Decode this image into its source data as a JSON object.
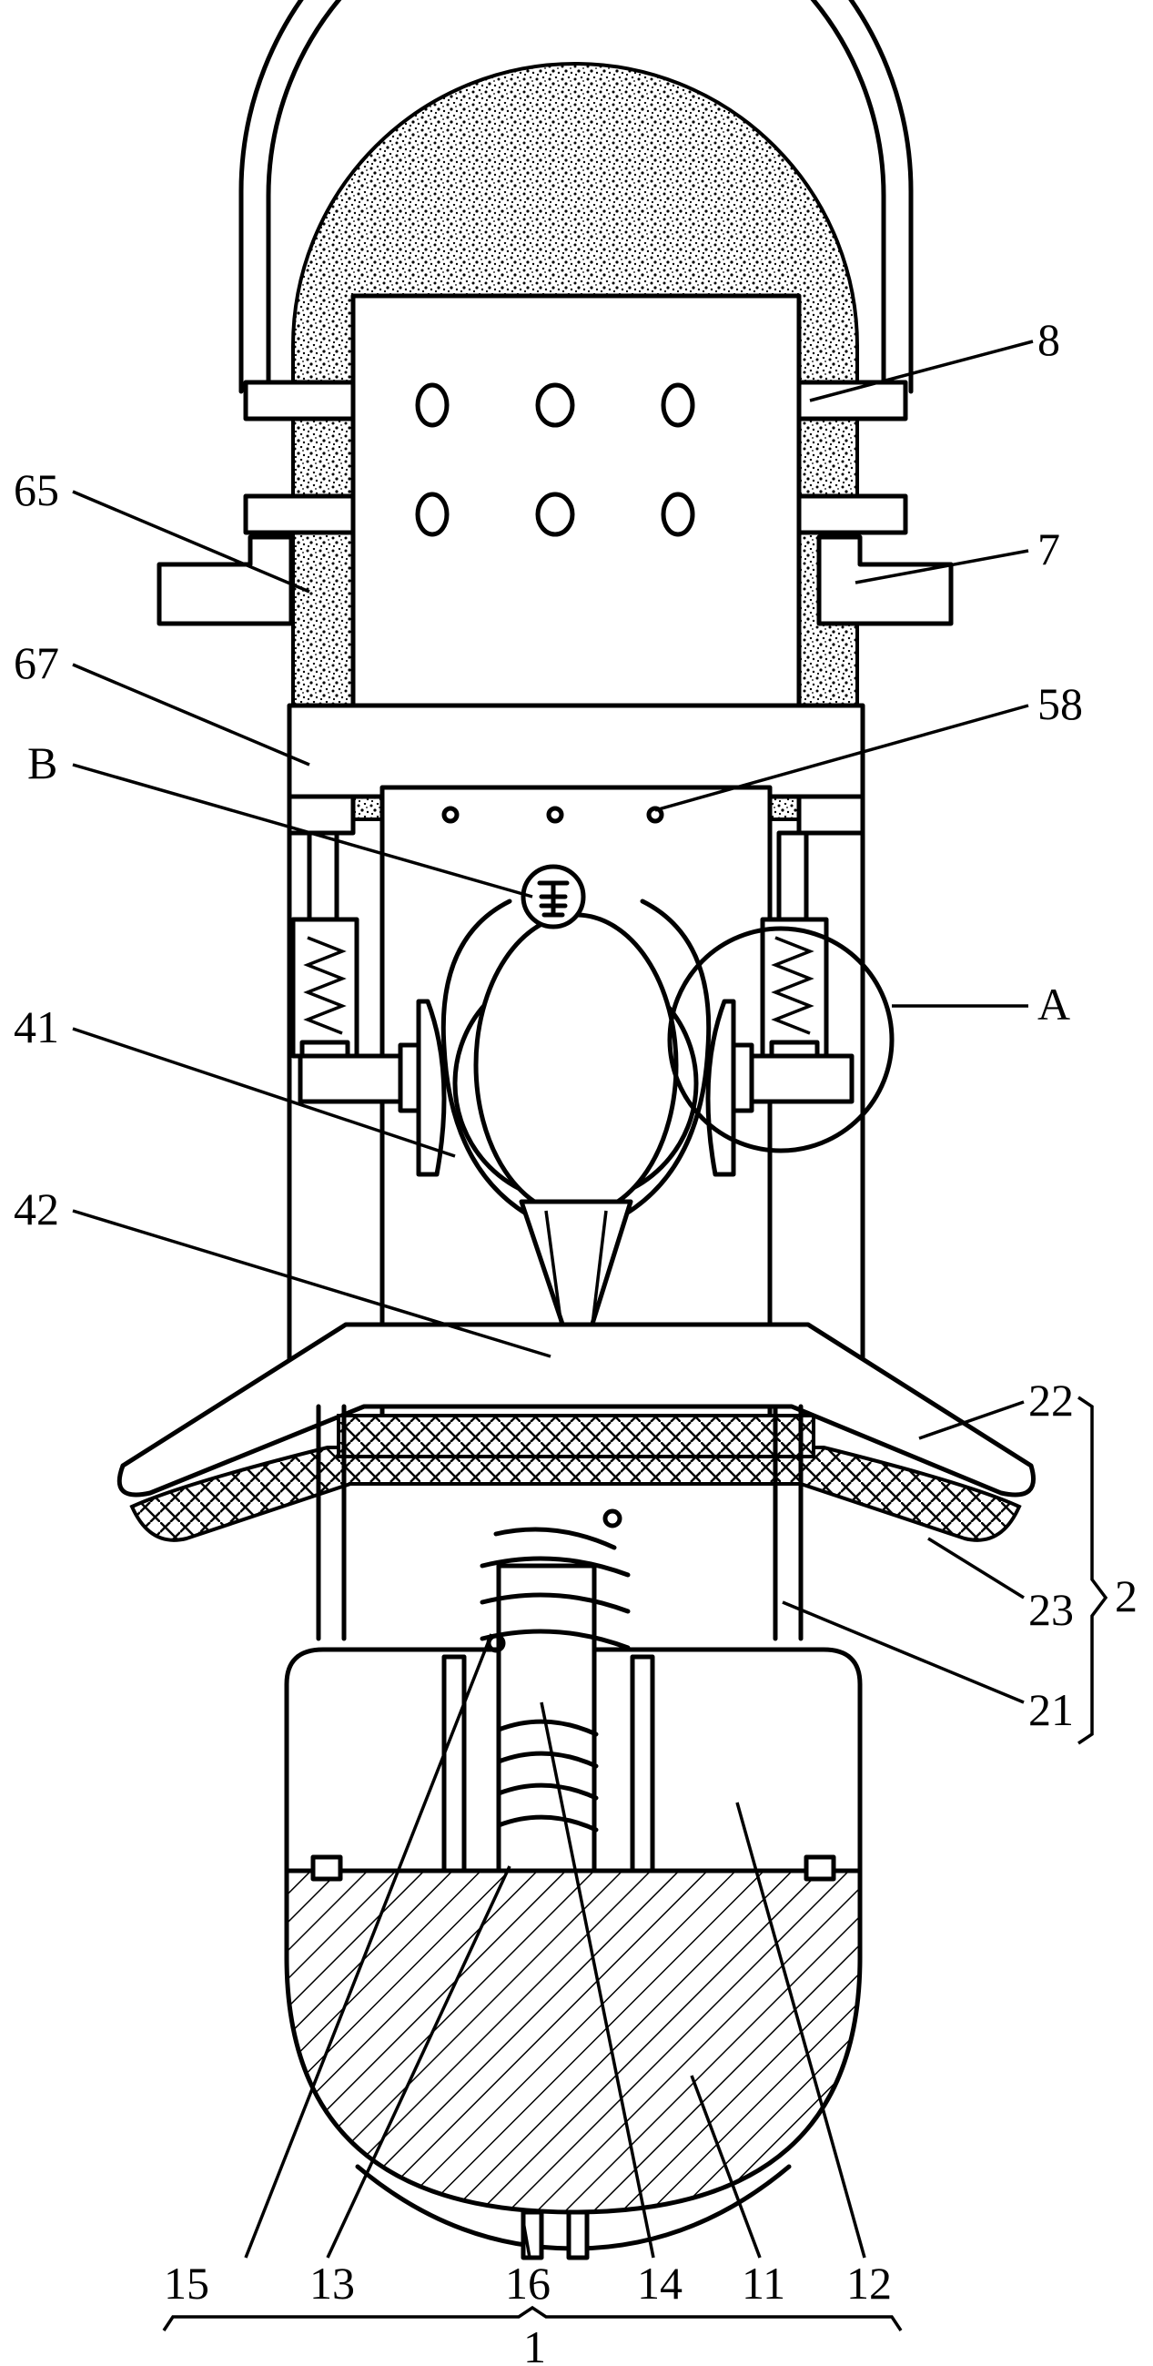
{
  "callouts": {
    "c8": "8",
    "c7": "7",
    "c65": "65",
    "c67": "67",
    "c58": "58",
    "cB": "B",
    "cA": "A",
    "c41": "41",
    "c42": "42",
    "c22": "22",
    "c23": "23",
    "c2": "2",
    "c21": "21",
    "c15": "15",
    "c13": "13",
    "c16": "16",
    "c14": "14",
    "c11": "11",
    "c12": "12",
    "c1": "1"
  }
}
